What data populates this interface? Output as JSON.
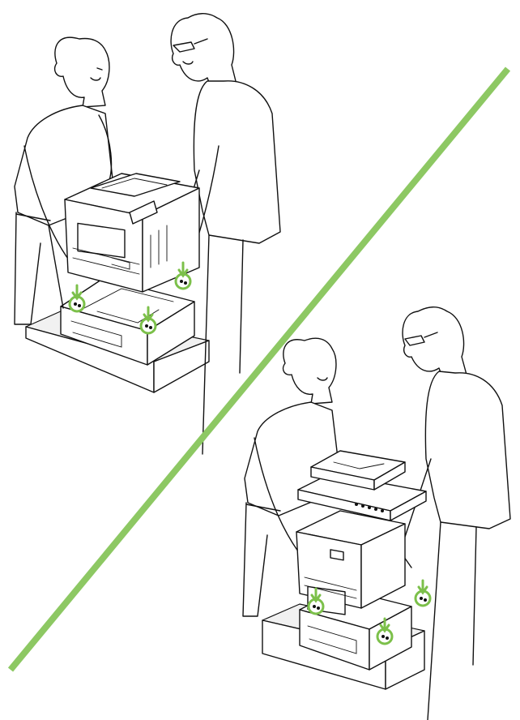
{
  "colors": {
    "accent": "#8dc863",
    "callout": "#7cc04a",
    "line": "#111111",
    "shelf_fill": "#f1f1f1"
  },
  "steps": [
    {
      "device": "printer",
      "callouts": 3
    },
    {
      "device": "mfp-with-scanner",
      "callouts": 3
    }
  ]
}
